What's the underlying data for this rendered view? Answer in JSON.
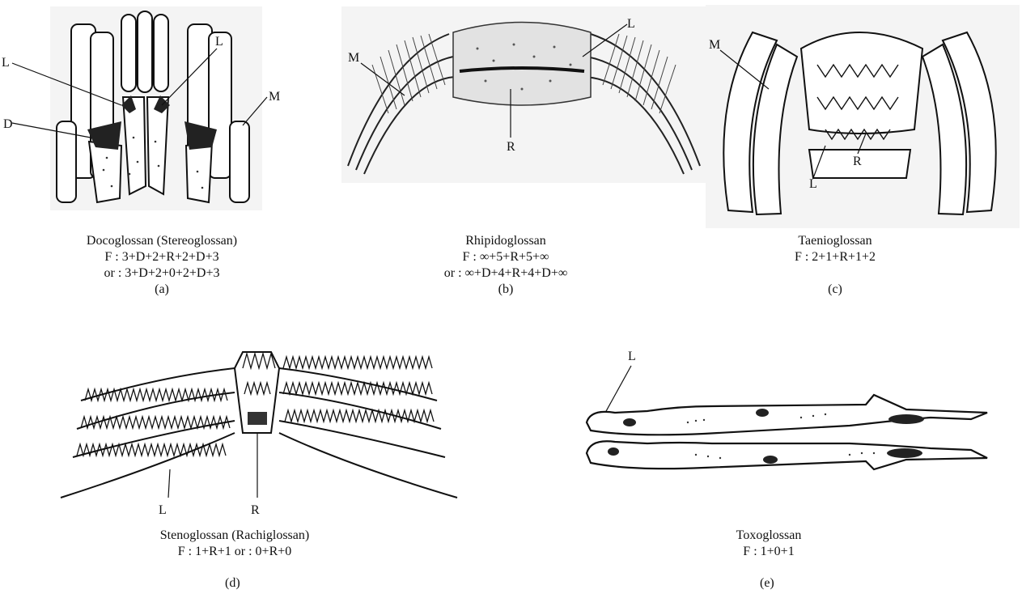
{
  "panels": [
    {
      "id": "a",
      "name": "Docoglossan (Stereoglossan)",
      "formula_1": "F  : 3+D+2+R+2+D+3",
      "formula_2": "or : 3+D+2+0+2+D+3",
      "letter": "(a)",
      "labels": {
        "l1": "L",
        "l2": "L",
        "m": "M",
        "d": "D"
      }
    },
    {
      "id": "b",
      "name": "Rhipidoglossan",
      "formula_1": "F  : ∞+5+R+5+∞",
      "formula_2": "or : ∞+D+4+R+4+D+∞",
      "letter": "(b)",
      "labels": {
        "m": "M",
        "l": "L",
        "r": "R"
      }
    },
    {
      "id": "c",
      "name": "Taenioglossan",
      "formula_1": "F  : 2+1+R+1+2",
      "letter": "(c)",
      "labels": {
        "m": "M",
        "r": "R",
        "l": "L"
      }
    },
    {
      "id": "d",
      "name": "Stenoglossan (Rachiglossan)",
      "formula_1": "F  : 1+R+1 or : 0+R+0",
      "letter": "(d)",
      "labels": {
        "l": "L",
        "r": "R"
      }
    },
    {
      "id": "e",
      "name": "Toxoglossan",
      "formula_1": "F  : 1+0+1",
      "letter": "(e)",
      "labels": {
        "l": "L"
      }
    }
  ]
}
